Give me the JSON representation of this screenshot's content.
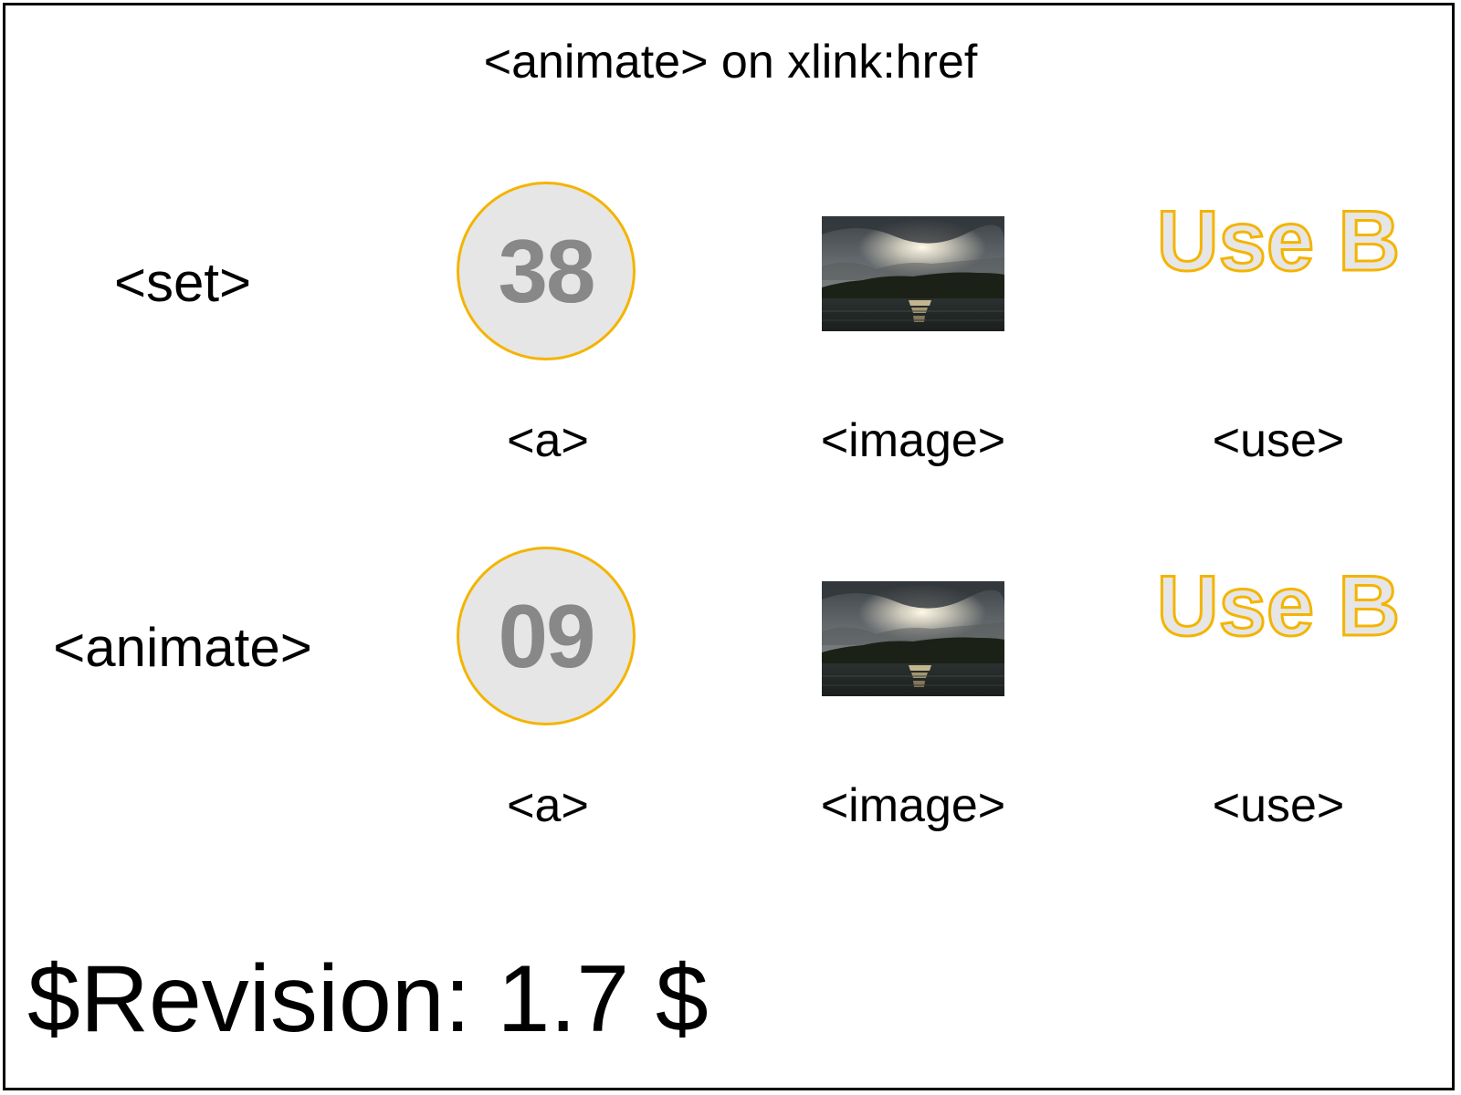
{
  "title": "<animate> on xlink:href",
  "accent_color": "#f4b400",
  "rows": [
    {
      "label": "<set>",
      "link_number": "38",
      "link_label": "<a>",
      "image_label": "<image>",
      "use_text": "Use B",
      "use_label": "<use>"
    },
    {
      "label": "<animate>",
      "link_number": "09",
      "link_label": "<a>",
      "image_label": "<image>",
      "use_text": "Use B",
      "use_label": "<use>"
    }
  ],
  "revision": "$Revision: 1.7 $"
}
